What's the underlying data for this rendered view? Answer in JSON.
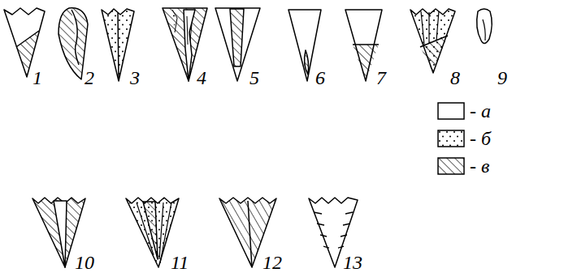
{
  "diagram": {
    "labels": [
      "1",
      "2",
      "3",
      "4",
      "5",
      "6",
      "7",
      "8",
      "9",
      "10",
      "11",
      "12",
      "13"
    ],
    "legend": [
      {
        "text": "- а"
      },
      {
        "text": "- б"
      },
      {
        "text": "- в"
      }
    ]
  }
}
